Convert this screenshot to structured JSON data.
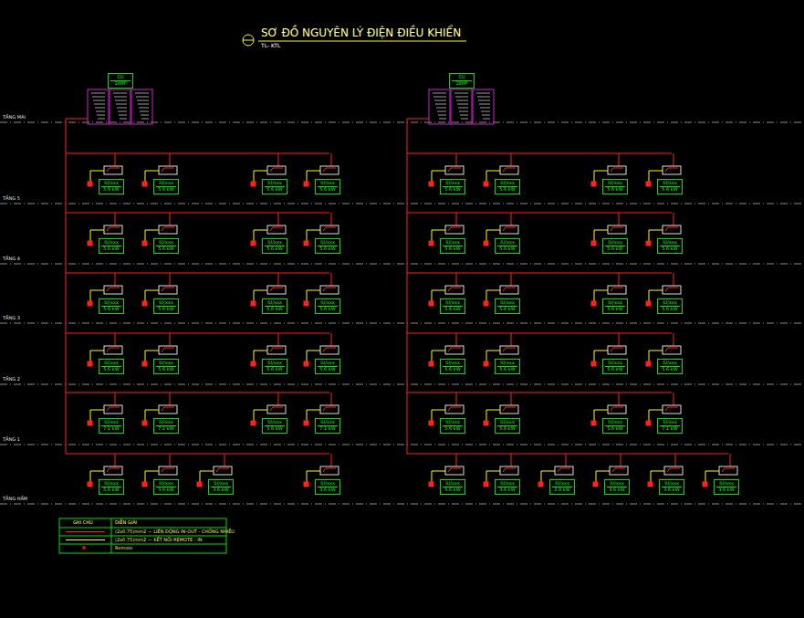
{
  "diagram": {
    "title": "SƠ ĐỒ NGUYÊN LÝ ĐIỆN ĐIỀU KHIỂN",
    "caption": "TL- KTL",
    "nodes": [
      {
        "text": [
          "CU",
          "18HP"
        ]
      },
      {
        "text": [
          "CU",
          "18HP"
        ]
      },
      {
        "text": [
          "IU/xxx",
          "5.6 kW"
        ]
      },
      {
        "text": [
          "IU/xxx",
          "5.6 kW"
        ]
      },
      {
        "text": [
          "IU/xxx",
          "5.6 kW"
        ]
      },
      {
        "text": [
          "IU/xxx",
          "5.6 kW"
        ]
      },
      {
        "text": [
          "IU/xxx",
          "5.6 kW"
        ]
      },
      {
        "text": [
          "IU/xxx",
          "5.6 kW"
        ]
      },
      {
        "text": [
          "IU/xxx",
          "5.6 kW"
        ]
      },
      {
        "text": [
          "IU/xxx",
          "5.6 kW"
        ]
      },
      {
        "text": [
          "IU/xxx",
          "5.6 kW"
        ]
      },
      {
        "text": [
          "IU/xxx",
          "5.6 kW"
        ]
      },
      {
        "text": [
          "IU/xxx",
          "5.6 kW"
        ]
      },
      {
        "text": [
          "IU/xxx",
          "5.6 kW"
        ]
      },
      {
        "text": [
          "IU/xxx",
          "5.6 kW"
        ]
      },
      {
        "text": [
          "IU/xxx",
          "5.6 kW"
        ]
      },
      {
        "text": [
          "IU/xxx",
          "5.6 kW"
        ]
      },
      {
        "text": [
          "IU/xxx",
          "5.6 kW"
        ]
      },
      {
        "text": [
          "IU/xxx",
          "5.6 kW"
        ]
      },
      {
        "text": [
          "IU/xxx",
          "5.6 kW"
        ]
      },
      {
        "text": [
          "IU/xxx",
          "5.6 kW"
        ]
      },
      {
        "text": [
          "IU/xxx",
          "5.6 kW"
        ]
      },
      {
        "text": [
          "IU/xxx",
          "5.6 kW"
        ]
      },
      {
        "text": [
          "IU/xxx",
          "5.6 kW"
        ]
      },
      {
        "text": [
          "IU/xxx",
          "5.6 kW"
        ]
      },
      {
        "text": [
          "IU/xxx",
          "5.6 kW"
        ]
      },
      {
        "text": [
          "IU/xxx",
          "5.6 kW"
        ]
      },
      {
        "text": [
          "IU/xxx",
          "5.6 kW"
        ]
      },
      {
        "text": [
          "IU/xxx",
          "5.6 kW"
        ]
      },
      {
        "text": [
          "IU/xxx",
          "5.6 kW"
        ]
      },
      {
        "text": [
          "IU/xxx",
          "5.6 kW"
        ]
      },
      {
        "text": [
          "IU/xxx",
          "5.6 kW"
        ]
      },
      {
        "text": [
          "IU/xxx",
          "5.6 kW"
        ]
      },
      {
        "text": [
          "IU/xxx",
          "5.6 kW"
        ]
      },
      {
        "text": [
          "IU/xxx",
          "7.1 kW"
        ]
      },
      {
        "text": [
          "IU/xxx",
          "7.1 kW"
        ]
      },
      {
        "text": [
          "IU/xxx",
          "5.6 kW"
        ]
      },
      {
        "text": [
          "IU/xxx",
          "7.1 kW"
        ]
      },
      {
        "text": [
          "IU/xxx",
          "5.6 kW"
        ]
      },
      {
        "text": [
          "IU/xxx",
          "5.6 kW"
        ]
      },
      {
        "text": [
          "IU/xxx",
          "5.6 kW"
        ]
      },
      {
        "text": [
          "IU/xxx",
          "7.1 kW"
        ]
      },
      {
        "text": [
          "IU/xxx",
          "5.6 kW"
        ]
      },
      {
        "text": [
          "IU/xxx",
          "3.6 kW"
        ]
      },
      {
        "text": [
          "IU/xxx",
          "3.6 kW"
        ]
      },
      {
        "text": [
          "IU/xxx",
          "3.6 kW"
        ]
      },
      {
        "text": [
          "IU/xxx",
          "5.6 kW"
        ]
      },
      {
        "text": [
          "IU/xxx",
          "3.6 kW"
        ]
      },
      {
        "text": [
          "IU/xxx",
          "2.8 kW"
        ]
      },
      {
        "text": [
          "IU/xxx",
          "3.6 kW"
        ]
      },
      {
        "text": [
          "IU/xxx",
          "3.6 kW"
        ]
      },
      {
        "text": [
          "IU/xxx",
          "3.6 kW"
        ]
      }
    ],
    "labels": [
      "TẦNG MÁI",
      "TẦNG 5",
      "TẦNG 4",
      "TẦNG 3",
      "TẦNG 2",
      "TẦNG 1",
      "TẦNG HẦM",
      "GHI CHÚ",
      "DIỄN GIẢI",
      "R"
    ],
    "legend": [
      {
        "text": "(2x0.75)mm2 — LIÊN ĐỘNG IN-OUT - CHỐNG NHIỄU"
      },
      {
        "text": "(2x0.75)mm2 — KẾT NỐI REMOTE - IN"
      },
      {
        "text": "Remote"
      }
    ]
  }
}
